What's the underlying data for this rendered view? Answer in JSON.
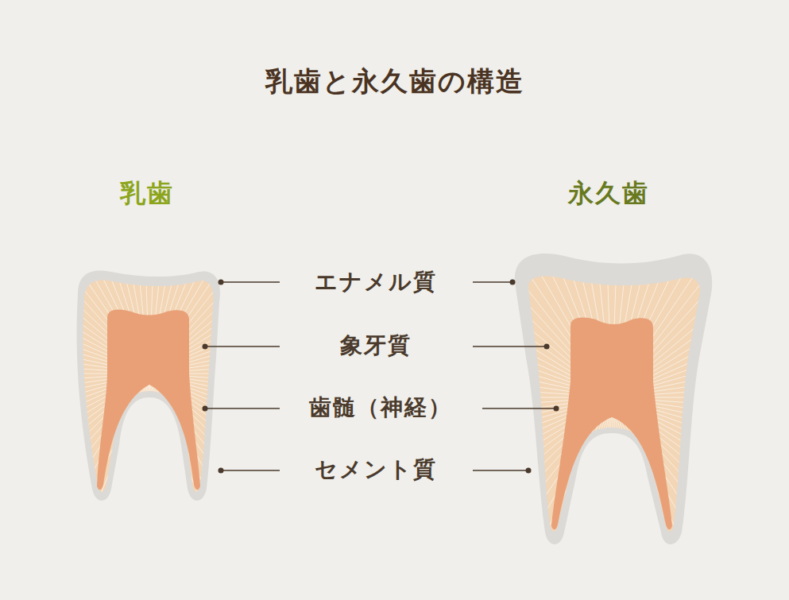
{
  "diagram": {
    "title": "乳歯と永久歯の構造",
    "labels": [
      "乳歯",
      "永久歯",
      "エナメル質",
      "象牙質",
      "歯髄（神経）",
      "セメント質"
    ]
  }
}
